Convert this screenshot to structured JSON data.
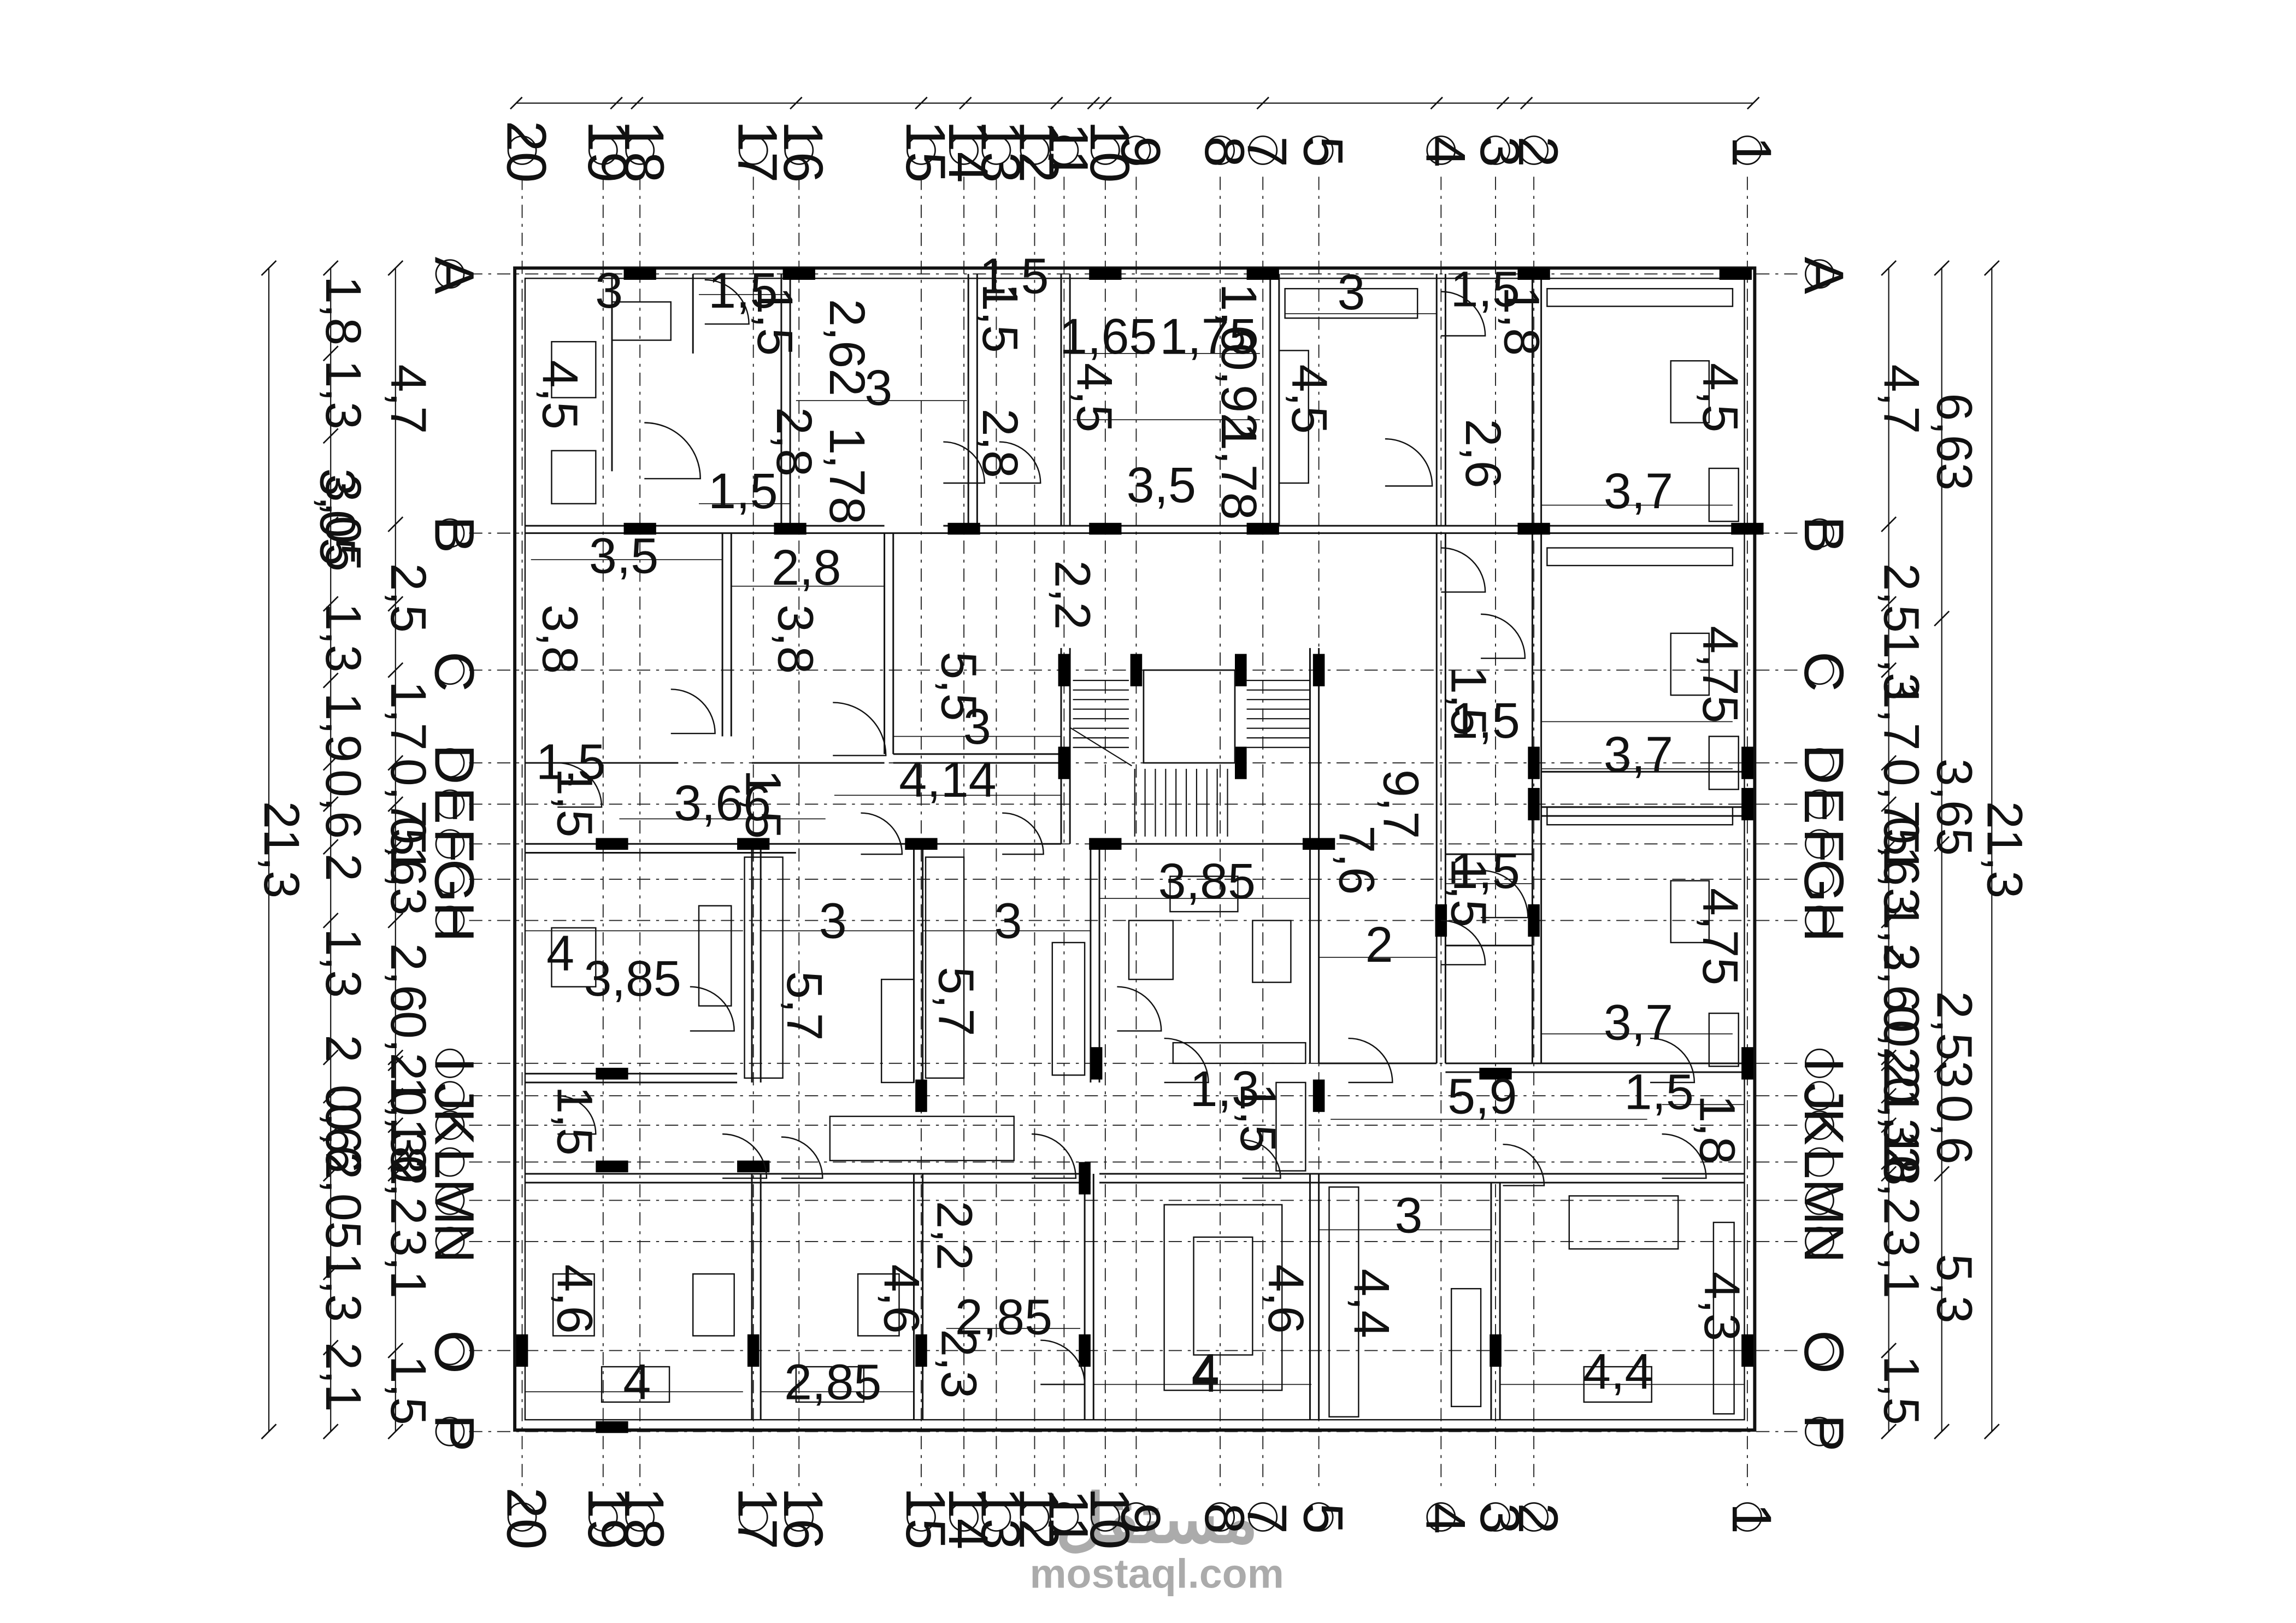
{
  "drawing": {
    "type": "architectural-floor-plan",
    "vertical_axes": [
      "20",
      "19",
      "18",
      "17",
      "16",
      "15",
      "14",
      "13",
      "12",
      "11",
      "10",
      "9",
      "8",
      "7",
      "5",
      "4",
      "3",
      "2",
      "1"
    ],
    "horizontal_axes": [
      "A",
      "B",
      "C",
      "D",
      "E",
      "F",
      "G",
      "H",
      "I",
      "J",
      "K",
      "L",
      "M",
      "N",
      "O",
      "P"
    ],
    "left_outer_dim": "21,3",
    "left_dims": [
      "1,8",
      "1,3",
      "3,05",
      "1,3",
      "1,9",
      "0,6",
      "2",
      "1,3",
      "2",
      "0,6",
      "0,6",
      "2,05",
      "1,3",
      "2,1"
    ],
    "left_mid_dims": [
      "4,7",
      "2,5",
      "1,7",
      "0,75",
      "0,6",
      "1,3",
      "2,6",
      "0,2",
      "1,18",
      "0,32",
      "0,2",
      "3,1",
      "1,5"
    ],
    "right_outer_dim": "21,3",
    "right_dims": [
      "6,63",
      "3,65",
      "2,53",
      "0,6",
      "5,3"
    ],
    "right_mid_dims": [
      "4,7",
      "2,5",
      "1,3",
      "1,7",
      "0,75",
      "0,6",
      "1,3",
      "1,3",
      "2,6",
      "0,2",
      "0,2",
      "0,32",
      "1,18",
      "0,2",
      "3,1",
      "1,5"
    ],
    "room_dims": [
      "3",
      "4,5",
      "1,5",
      "1,5",
      "2,62",
      "3",
      "2,8",
      "1,78",
      "1,5",
      "1,5",
      "1,5",
      "2,8",
      "1,65",
      "1,75",
      "1,6",
      "4,5",
      "0,92",
      "3,5",
      "1,78",
      "3",
      "4,5",
      "1,5",
      "1,8",
      "2,6",
      "4,5",
      "3,7",
      "3,5",
      "2,8",
      "3,8",
      "3,8",
      "2,2",
      "5,5",
      "3",
      "4,14",
      "9,7",
      "7,6",
      "1,5",
      "1,5",
      "4,75",
      "3,7",
      "1,5",
      "1,5",
      "3,66",
      "1,5",
      "1,5",
      "4,75",
      "3,7",
      "3,85",
      "3",
      "3",
      "5,7",
      "5,7",
      "4",
      "3,85",
      "4",
      "2",
      "1,5",
      "1,5",
      "1,3",
      "1,5",
      "5,9",
      "1,5",
      "1,8",
      "2,2",
      "2,85",
      "2,3",
      "4,6",
      "4,6",
      "4,6",
      "3",
      "4,4",
      "4,3",
      "4",
      "2,85",
      "4",
      "4,4"
    ],
    "callouts": [
      "3,05"
    ]
  },
  "watermark": {
    "arabic": "مستقل",
    "site": "mostaql.com"
  }
}
